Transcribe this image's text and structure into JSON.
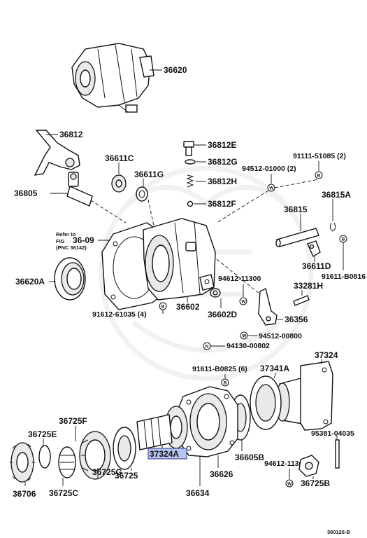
{
  "diagram": {
    "labels": {
      "p36620": "36620",
      "p36812": "36812",
      "p36812E": "36812E",
      "p36812G": "36812G",
      "p36812H": "36812H",
      "p36812F": "36812F",
      "p36611C": "36611C",
      "p36611G": "36611G",
      "p36805": "36805",
      "p91111": "91111-51085 (2)",
      "p94512a": "94512-01000 (2)",
      "p36815A": "36815A",
      "p36815": "36815",
      "p36611D": "36611D",
      "p91611a": "91611-B0816",
      "p36620A": "36620A",
      "p36602": "36602",
      "p94612a": "94612-11300",
      "p33281H": "33281H",
      "p91612": "91612-61035 (4)",
      "p36602D": "36602D",
      "p36356": "36356",
      "p94512b": "94512-00800",
      "p94130": "94130-00802",
      "p37324": "37324",
      "p91611b": "91611-B0825 (6)",
      "p37341A": "37341A",
      "p36725F": "36725F",
      "p36725E": "36725E",
      "p95381": "95381-04035",
      "p36605B": "36605B",
      "p94612b": "94612-11300",
      "p37324A": "37324A",
      "p36725": "36725",
      "p36626": "36626",
      "p36725C": "36725C",
      "p36725G": "36725G",
      "p36725B": "36725B",
      "p36634": "36634",
      "p36706": "36706",
      "code": "360126-B"
    },
    "refer": {
      "line1": "Refer to",
      "line2": "FIG",
      "fig": "36-09",
      "pnc": "(PNC 36142)"
    },
    "symbols": {
      "b": "B",
      "w": "W",
      "n": "N"
    },
    "highlight_color": "#b9c4ee"
  }
}
